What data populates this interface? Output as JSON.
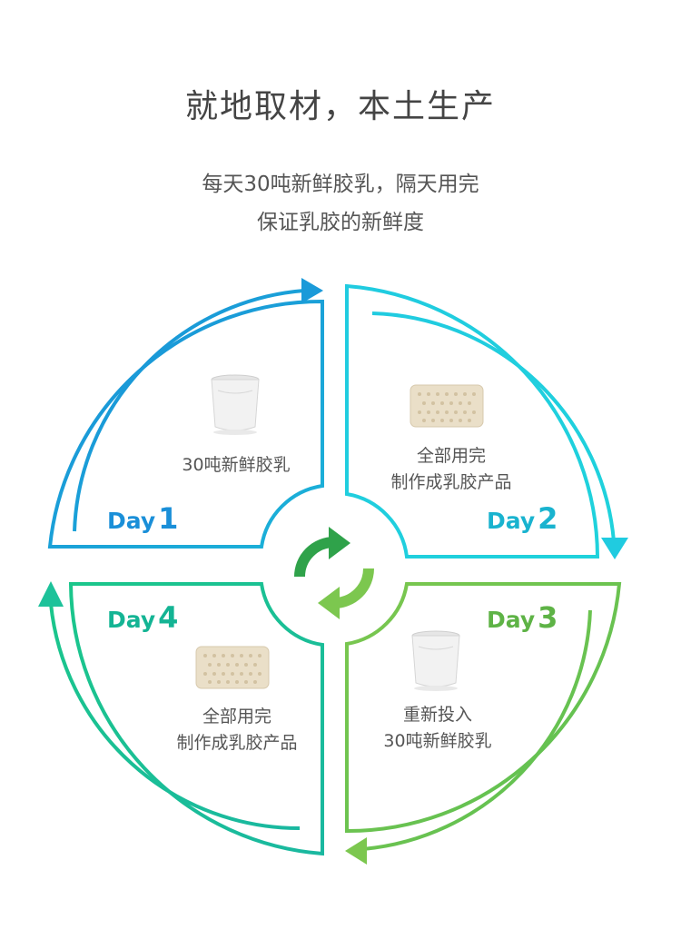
{
  "header": {
    "title": "就地取材，本土生产",
    "subtitle_line1": "每天30吨新鲜胶乳，隔天用完",
    "subtitle_line2": "保证乳胶的新鲜度"
  },
  "quadrants": [
    {
      "day_label": "Day",
      "day_num": "1",
      "color": "#1a9ad9",
      "text_line1": "30吨新鲜胶乳",
      "text_line2": "",
      "icon": "latex-bucket-icon"
    },
    {
      "day_label": "Day",
      "day_num": "2",
      "color": "#19b3cf",
      "text_line1": "全部用完",
      "text_line2": "制作成乳胶产品",
      "icon": "latex-pillow-icon"
    },
    {
      "day_label": "Day",
      "day_num": "3",
      "color": "#62b34a",
      "text_line1": "重新投入",
      "text_line2": "30吨新鲜胶乳",
      "icon": "latex-bucket-icon"
    },
    {
      "day_label": "Day",
      "day_num": "4",
      "color": "#13b49a",
      "text_line1": "全部用完",
      "text_line2": "制作成乳胶产品",
      "icon": "latex-pillow-icon"
    }
  ],
  "center": {
    "icon": "refresh-cycle-icon"
  },
  "colors": {
    "blue": "#1a9ad9",
    "cyan": "#22c8dc",
    "green": "#6cc04a",
    "teal": "#1dc29a"
  }
}
